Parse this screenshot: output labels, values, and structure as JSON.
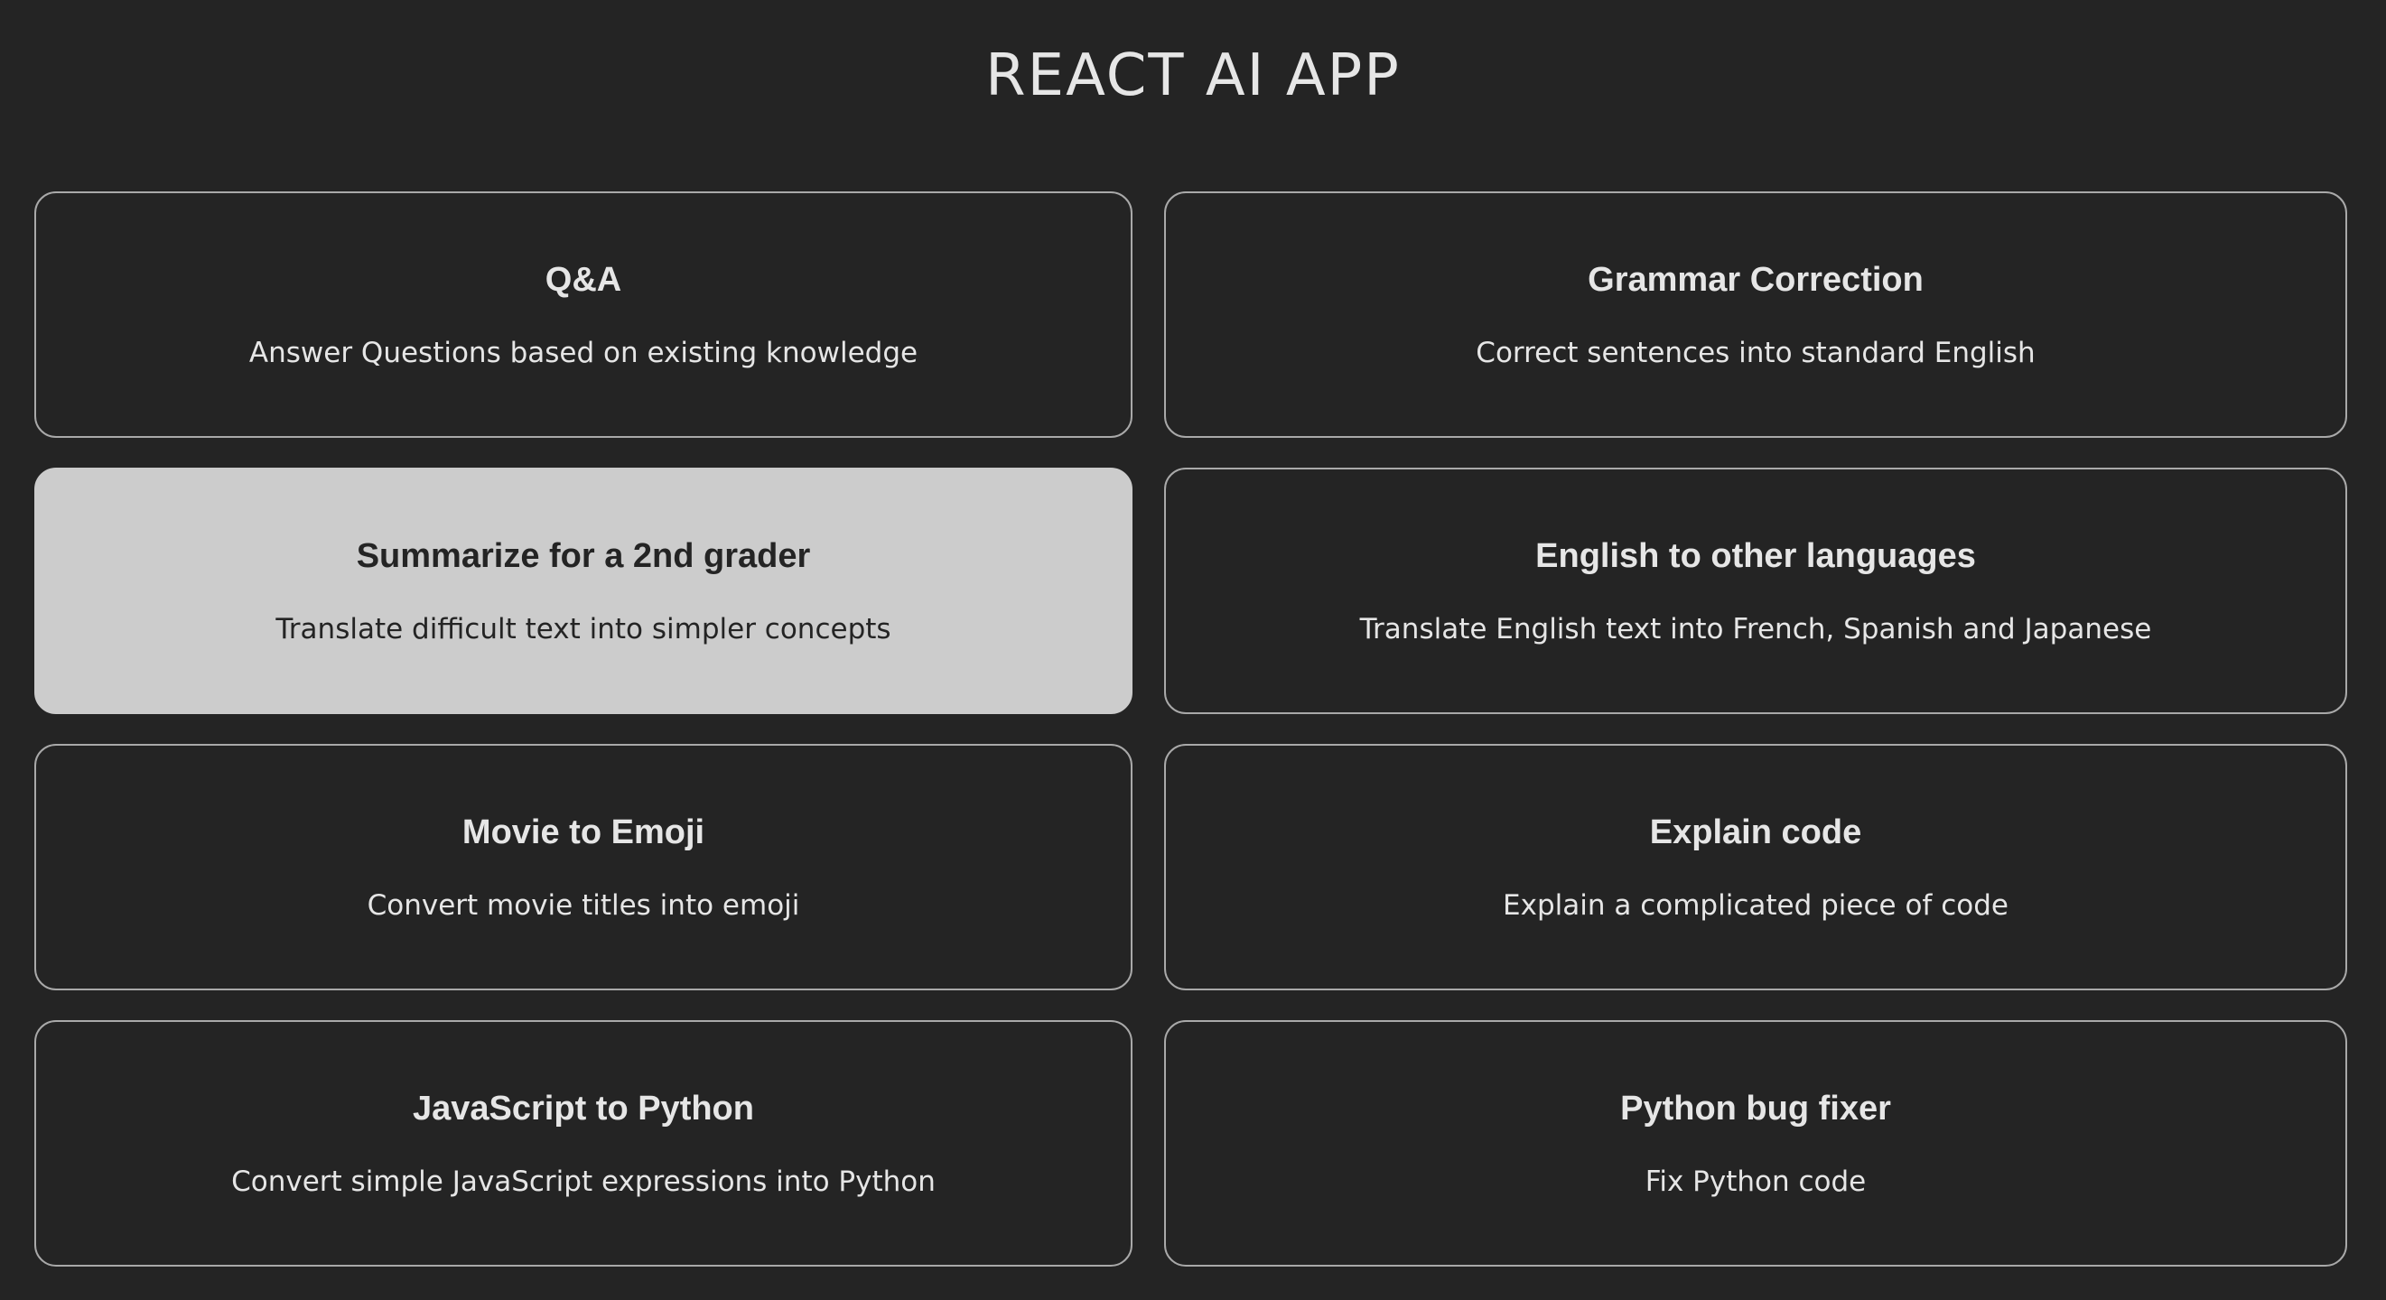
{
  "app": {
    "title": "REACT AI APP"
  },
  "colors": {
    "background": "#242424",
    "card_border": "#a9a9a9",
    "text": "#e6e6e6",
    "active_card_background": "#cccccc",
    "active_card_text": "#242424"
  },
  "cards": [
    {
      "title": "Q&A",
      "description": "Answer Questions based on existing knowledge",
      "active": false
    },
    {
      "title": "Grammar Correction",
      "description": "Correct sentences into standard English",
      "active": false
    },
    {
      "title": "Summarize for a 2nd grader",
      "description": "Translate difficult text into simpler concepts",
      "active": true
    },
    {
      "title": "English to other languages",
      "description": "Translate English text into French, Spanish and Japanese",
      "active": false
    },
    {
      "title": "Movie to Emoji",
      "description": "Convert movie titles into emoji",
      "active": false
    },
    {
      "title": "Explain code",
      "description": "Explain a complicated piece of code",
      "active": false
    },
    {
      "title": "JavaScript to Python",
      "description": "Convert simple JavaScript expressions into Python",
      "active": false
    },
    {
      "title": "Python bug fixer",
      "description": "Fix Python code",
      "active": false
    }
  ]
}
